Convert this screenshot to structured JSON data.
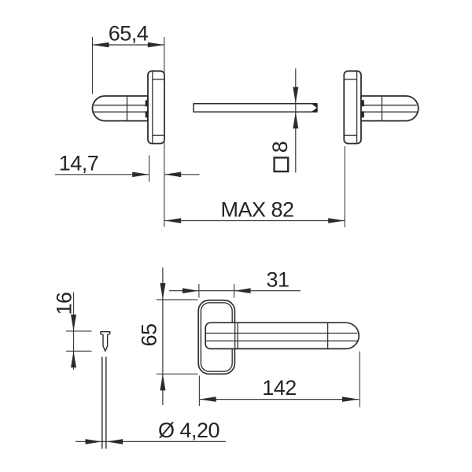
{
  "drawing": {
    "background": "#ffffff",
    "line_color": "#2d2d2d",
    "text_color": "#242424",
    "dimensions": {
      "grip_depth": "65,4",
      "rosette_thickness": "14,7",
      "max_spindle_span": "MAX 82",
      "spindle_square_size": "8",
      "rosette_width": "31",
      "rosette_height": "65",
      "handle_length": "142",
      "screw_length": "16",
      "screw_diameter": "Ø 4,20"
    }
  }
}
